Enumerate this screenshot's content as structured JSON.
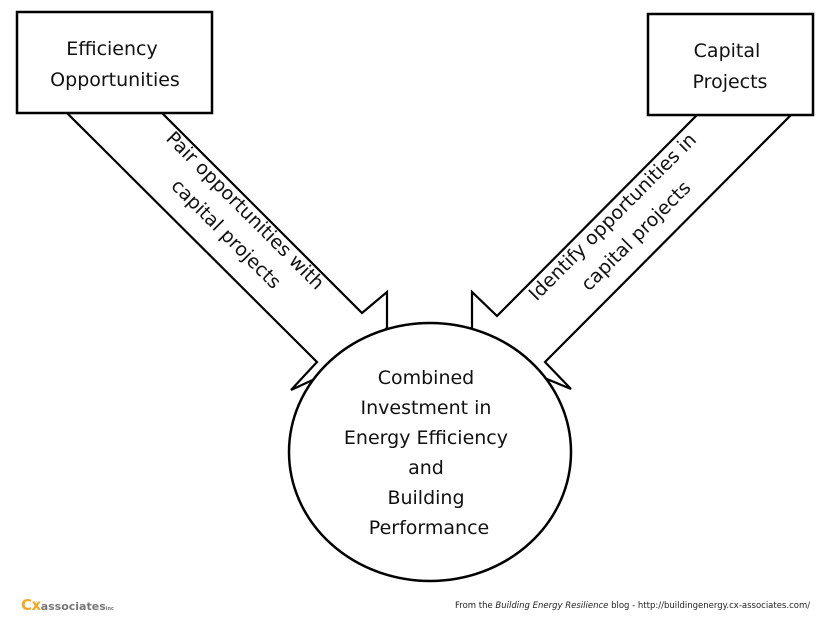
{
  "diagram": {
    "boxes": [
      {
        "id": "efficiency",
        "lines": [
          "Efficiency",
          "Opportunities"
        ]
      },
      {
        "id": "capital",
        "lines": [
          "Capital",
          "Projects"
        ]
      }
    ],
    "arrows": [
      {
        "from": "efficiency",
        "to": "combined",
        "lines": [
          "Pair opportunities with",
          "capital projects"
        ]
      },
      {
        "from": "capital",
        "to": "combined",
        "lines": [
          "Identify opportunities in",
          "capital projects"
        ]
      }
    ],
    "circle": {
      "id": "combined",
      "lines": [
        "Combined",
        "Investment in",
        "Energy Efficiency",
        "and",
        "Building",
        "Performance"
      ]
    }
  },
  "footer": {
    "logo_cx": "Cx",
    "logo_rest": "associates",
    "logo_tm": "inc",
    "credit_prefix": "From the ",
    "credit_italic": "Building  Energy Resilience",
    "credit_suffix": "  blog - http://buildingenergy.cx-associates.com/"
  },
  "colors": {
    "stroke": "#000000",
    "text": "#111111",
    "logo_orange": "#f5a623",
    "logo_gray": "#777777"
  }
}
